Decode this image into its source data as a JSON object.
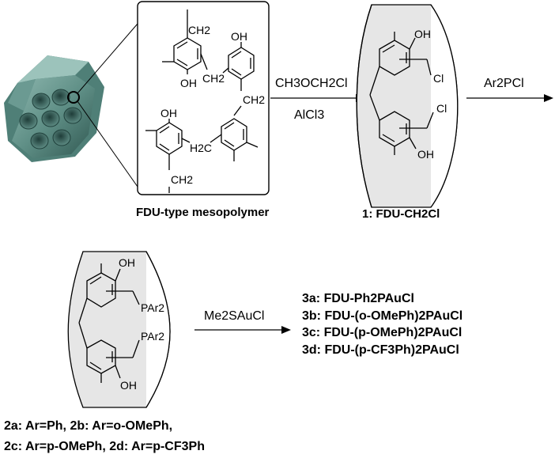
{
  "label_fdu_mesopolymer": "FDU-type mesopolymer",
  "compound1_label": "1: FDU-CH2Cl",
  "step1_reagent_top": "CH3OCH2Cl",
  "step1_reagent_bottom": "AlCl3",
  "step2_reagent": "Ar2PCl",
  "step3_reagent": "Me2SAuCl",
  "products": [
    "3a: FDU-Ph2PAuCl",
    "3b: FDU-(o-OMePh)2PAuCl",
    "3c: FDU-(p-OMePh)2PAuCl",
    "3d: FDU-(p-CF3Ph)2PAuCl"
  ],
  "compound2_caption_line1": "2a: Ar=Ph, 2b: Ar=o-OMePh,",
  "compound2_caption_line2": "2c: Ar=p-OMePh, 2d: Ar=p-CF3Ph",
  "atom_labels": {
    "oh": "OH",
    "ch2": "CH2",
    "h2c": "H2C",
    "cl": "Cl",
    "par2": "PAr2"
  },
  "colors": {
    "pore_fill": "#5f8f86",
    "pore_dark": "#2f5650",
    "wall_fill": "#e6e6e6"
  }
}
